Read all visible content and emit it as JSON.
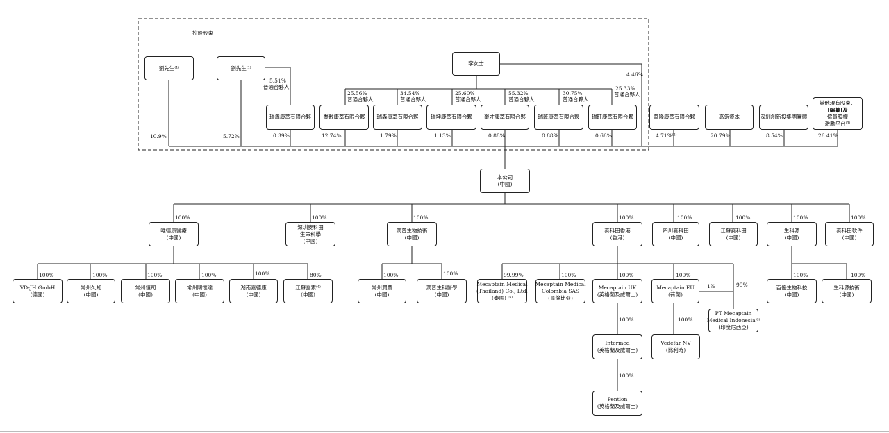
{
  "group_label": "控股股東",
  "top": {
    "liu_a": "劉先生⁽¹⁾",
    "liu_b": "劉先生⁽¹⁾",
    "li": "李女士",
    "p_liu_a": "10.9%",
    "p_liu_b": "5.72%",
    "p_551": "5.51%",
    "p_446": "4.46%",
    "gp": "普通合夥人",
    "splits": [
      "25.56%",
      "34.54%",
      "25.60%",
      "55.32%",
      "30.75%",
      "25.33%"
    ]
  },
  "partnerships": [
    {
      "name": "瑞鑫康萃有限合夥",
      "pct": "0.39%"
    },
    {
      "name": "聚數康萃有限合夥",
      "pct": "12.74%"
    },
    {
      "name": "瑞森康萃有限合夥",
      "pct": "1.79%"
    },
    {
      "name": "瑞坤康萃有限合夥",
      "pct": "1.13%"
    },
    {
      "name": "聚才康萃有限合夥",
      "pct": "0.88%"
    },
    {
      "name": "瑞乾康萃有限合夥",
      "pct": "0.88%"
    },
    {
      "name": "瑞旺康萃有限合夥",
      "pct": "0.66%"
    }
  ],
  "others": [
    {
      "name": "華隆康萃有限合夥",
      "pct": "4.71%⁽²⁾"
    },
    {
      "name": "高瓴資本",
      "pct": "20.79%"
    },
    {
      "name": "深圳創新投集團實體",
      "pct": "8.54%"
    },
    {
      "name_l1": "其他現有股東、",
      "name_l2": "[編纂]及",
      "name_l3": "僱員股權",
      "name_l4": "激勵平台⁽³⁾",
      "pct": "26.41%"
    }
  ],
  "company": {
    "l1": "本公司",
    "l2": "(中國)"
  },
  "tier1": [
    {
      "l1": "唯德康醫療",
      "l2": "(中國)",
      "pct": "100%"
    },
    {
      "l1": "深圳麥科田",
      "l2": "生命科學",
      "l3": "(中國)",
      "pct": "100%"
    },
    {
      "l1": "潤普生物技術",
      "l2": "(中國)",
      "pct": "100%"
    },
    {
      "l1": "麥科田香港",
      "l2": "(香港)",
      "pct": "100%"
    },
    {
      "l1": "四川麥科田",
      "l2": "(中國)",
      "pct": "100%"
    },
    {
      "l1": "江蘇麥科田",
      "l2": "(中國)",
      "pct": "100%"
    },
    {
      "l1": "生科源",
      "l2": "(中國)",
      "pct": "100%"
    },
    {
      "l1": "麥科田軟件",
      "l2": "(中國)",
      "pct": "100%"
    }
  ],
  "wdk_subs": [
    {
      "l1": "VD-JH GmbH",
      "l2": "(德國)",
      "pct": "100%"
    },
    {
      "l1": "常州久虹",
      "l2": "(中國)",
      "pct": "100%"
    },
    {
      "l1": "常州恒司",
      "l2": "(中國)",
      "pct": "100%"
    },
    {
      "l1": "常州關懷達",
      "l2": "(中國)",
      "pct": "100%"
    },
    {
      "l1": "湖南嘉德康",
      "l2": "(中國)",
      "pct": "100%"
    },
    {
      "l1": "江蘇圖索⁽⁴⁾",
      "l2": "(中國)",
      "pct": "80%"
    }
  ],
  "rp_subs": [
    {
      "l1": "常州潤鷹",
      "l2": "(中國)",
      "pct": "100%"
    },
    {
      "l1": "潤普生科醫學",
      "l2": "(中國)",
      "pct": "100%"
    }
  ],
  "hk_subs": [
    {
      "l1": "Mecaptain Medical",
      "l2": "(Thailand) Co., Ltd.",
      "l3": "(泰國) ⁽⁵⁾",
      "pct": "99.99%"
    },
    {
      "l1": "Mecaptain Medical",
      "l2": "Colombia SAS",
      "l3": "(哥倫比亞)",
      "pct": "100%"
    },
    {
      "l1": "Mecaptain UK",
      "l2": "(英格蘭及威爾士)",
      "pct": "100%"
    },
    {
      "l1": "Mecaptain EU",
      "l2": "(荷蘭)",
      "pct": "100%"
    }
  ],
  "indo": {
    "l1": "PT Mecaptain",
    "l2": "Medical Indonesia⁽⁶⁾",
    "l3": "(印度尼西亞)",
    "p_eu": "1%",
    "p_hk": "99%"
  },
  "intermed": {
    "l1": "Intermed",
    "l2": "(英格蘭及威爾士)",
    "pct": "100%"
  },
  "pentlon": {
    "l1": "Pentlon",
    "l2": "(英格蘭及威爾士)",
    "pct": "100%"
  },
  "vedefar": {
    "l1": "Vedefar NV",
    "l2": "(比利時)",
    "pct": "100%"
  },
  "sky_subs": [
    {
      "l1": "百優生物科技",
      "l2": "(中國)",
      "pct": "100%"
    },
    {
      "l1": "生科源技術",
      "l2": "(中國)",
      "pct": "100%"
    }
  ]
}
